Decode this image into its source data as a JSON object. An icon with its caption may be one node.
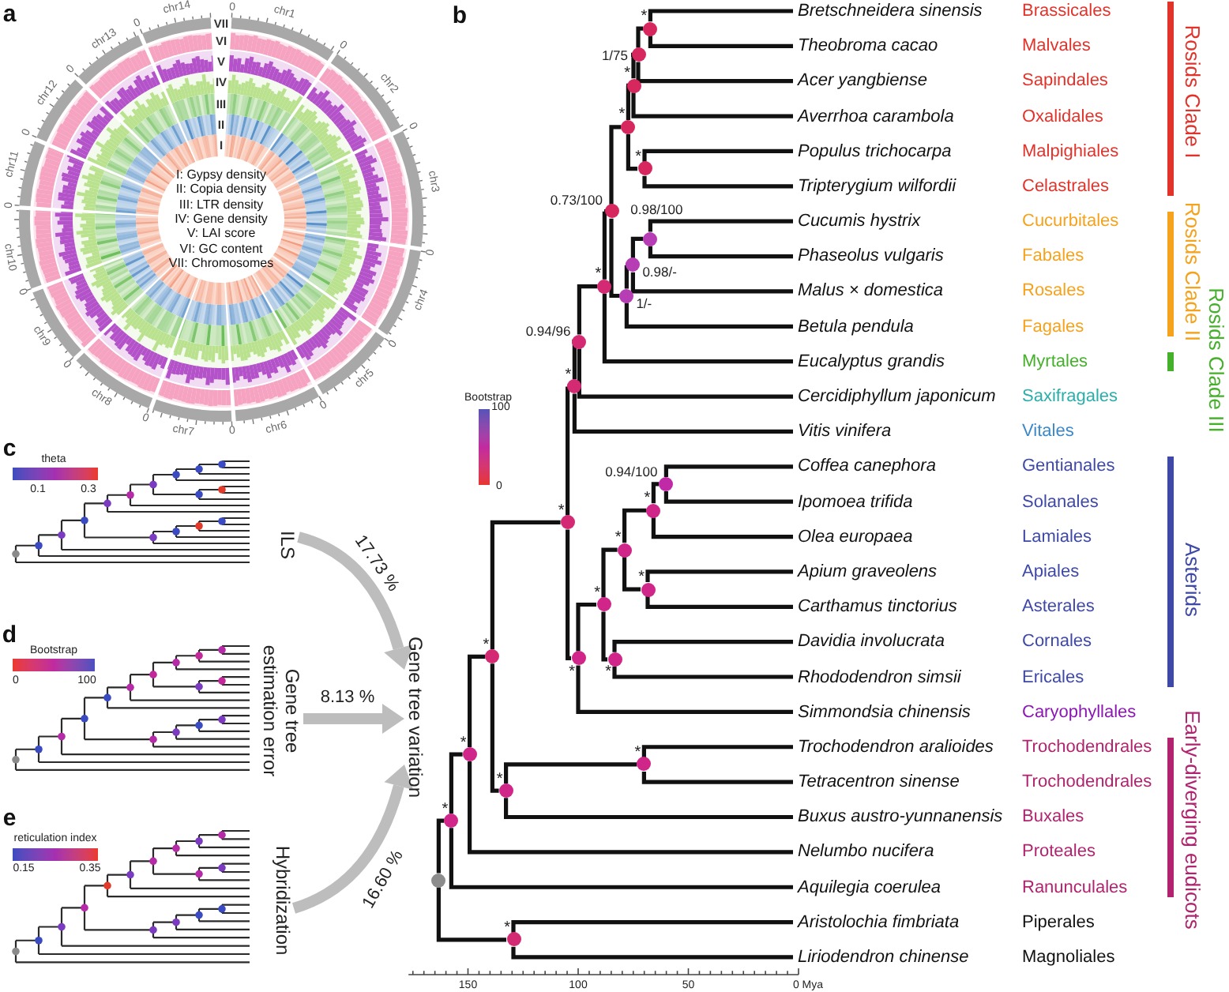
{
  "diagram": {
    "nodes": [
      {
        "text": [
          "Bretschneidera sinensis"
        ]
      },
      {
        "text": [
          "Theobroma cacao"
        ]
      },
      {
        "text": [
          "Acer yangbiense"
        ]
      },
      {
        "text": [
          "Averrhoa carambola"
        ]
      },
      {
        "text": [
          "Populus trichocarpa"
        ]
      },
      {
        "text": [
          "Tripterygium wilfordii"
        ]
      },
      {
        "text": [
          "Cucumis hystrix"
        ]
      },
      {
        "text": [
          "Phaseolus vulgaris"
        ]
      },
      {
        "text": [
          "Malus × domestica"
        ]
      },
      {
        "text": [
          "Betula pendula"
        ]
      },
      {
        "text": [
          "Eucalyptus grandis"
        ]
      },
      {
        "text": [
          "Cercidiphyllum japonicum"
        ]
      },
      {
        "text": [
          "Vitis vinifera"
        ]
      },
      {
        "text": [
          "Coffea canephora"
        ]
      },
      {
        "text": [
          "Ipomoea trifida"
        ]
      },
      {
        "text": [
          "Olea europaea"
        ]
      },
      {
        "text": [
          "Apium graveolens"
        ]
      },
      {
        "text": [
          "Carthamus tinctorius"
        ]
      },
      {
        "text": [
          "Davidia involucrata"
        ]
      },
      {
        "text": [
          "Rhododendron simsii"
        ]
      },
      {
        "text": [
          "Simmondsia chinensis"
        ]
      },
      {
        "text": [
          "Trochodendron aralioides"
        ]
      },
      {
        "text": [
          "Tetracentron sinense"
        ]
      },
      {
        "text": [
          "Buxus austro-yunnanensis"
        ]
      },
      {
        "text": [
          "Nelumbo nucifera"
        ]
      },
      {
        "text": [
          "Aquilegia coerulea"
        ]
      },
      {
        "text": [
          "Aristolochia fimbriata"
        ]
      },
      {
        "text": [
          "Liriodendron chinense"
        ]
      },
      {
        "text": [],
        "shape": "circle",
        "beside": [
          "*"
        ]
      },
      {
        "text": [],
        "shape": "circle",
        "beside": [
          "1/75"
        ]
      },
      {
        "text": [],
        "shape": "circle",
        "beside": [
          "*"
        ]
      },
      {
        "text": [],
        "shape": "circle",
        "beside": [
          "*"
        ]
      },
      {
        "text": [],
        "shape": "circle",
        "beside": [
          "*"
        ]
      },
      {
        "text": [],
        "shape": "circle",
        "beside": [
          "0.98/100"
        ]
      },
      {
        "text": [],
        "shape": "circle",
        "beside": [
          "0.98/-"
        ]
      },
      {
        "text": [],
        "shape": "circle",
        "beside": [
          "1/-"
        ]
      },
      {
        "text": [],
        "shape": "circle",
        "beside": [
          "0.73/100"
        ]
      },
      {
        "text": [],
        "shape": "circle",
        "beside": [
          "*"
        ]
      },
      {
        "text": [],
        "shape": "circle",
        "beside": [
          "0.94/96"
        ]
      },
      {
        "text": [],
        "shape": "circle",
        "beside": [
          "*"
        ]
      },
      {
        "text": [],
        "shape": "circle",
        "beside": [
          "0.94/100"
        ]
      },
      {
        "text": [],
        "shape": "circle",
        "beside": [
          "*"
        ]
      },
      {
        "text": [],
        "shape": "circle",
        "beside": [
          "*"
        ]
      },
      {
        "text": [],
        "shape": "circle",
        "beside": [
          "*"
        ]
      },
      {
        "text": [],
        "shape": "circle",
        "beside": [
          "*"
        ]
      },
      {
        "text": [],
        "shape": "circle",
        "beside": [
          "*"
        ]
      },
      {
        "text": [],
        "shape": "circle",
        "beside": [
          "*"
        ]
      },
      {
        "text": [],
        "shape": "circle",
        "beside": [
          "*"
        ]
      },
      {
        "text": [],
        "shape": "circle",
        "beside": [
          "*"
        ]
      },
      {
        "text": [],
        "shape": "circle",
        "beside": [
          "*"
        ]
      },
      {
        "text": [],
        "shape": "circle",
        "beside": [
          "*"
        ]
      },
      {
        "text": [],
        "shape": "circle",
        "beside": [
          "*"
        ]
      },
      {
        "text": [],
        "shape": "circle",
        "beside": [
          "*"
        ]
      },
      {
        "text": [],
        "shape": "circle",
        "beside": [
          "*"
        ]
      },
      {
        "text": [],
        "shape": "circle"
      },
      {
        "text": [
          "ILS"
        ]
      },
      {
        "text": [
          "Gene tree estimation error"
        ]
      },
      {
        "text": [
          "Hybridization"
        ]
      },
      {
        "text": [
          "Gene tree variation"
        ]
      }
    ],
    "edges": [
      {
        "from": 28,
        "to": 0,
        "arrow": "none"
      },
      {
        "from": 28,
        "to": 1,
        "arrow": "none"
      },
      {
        "from": 29,
        "to": 28,
        "arrow": "none"
      },
      {
        "from": 29,
        "to": 2,
        "arrow": "none"
      },
      {
        "from": 30,
        "to": 29,
        "arrow": "none"
      },
      {
        "from": 30,
        "to": 3,
        "arrow": "none"
      },
      {
        "from": 31,
        "to": 4,
        "arrow": "none"
      },
      {
        "from": 31,
        "to": 5,
        "arrow": "none"
      },
      {
        "from": 32,
        "to": 30,
        "arrow": "none"
      },
      {
        "from": 32,
        "to": 31,
        "arrow": "none"
      },
      {
        "from": 33,
        "to": 6,
        "arrow": "none"
      },
      {
        "from": 33,
        "to": 7,
        "arrow": "none"
      },
      {
        "from": 34,
        "to": 33,
        "arrow": "none"
      },
      {
        "from": 34,
        "to": 8,
        "arrow": "none"
      },
      {
        "from": 35,
        "to": 34,
        "arrow": "none"
      },
      {
        "from": 35,
        "to": 9,
        "arrow": "none"
      },
      {
        "from": 36,
        "to": 32,
        "arrow": "none"
      },
      {
        "from": 36,
        "to": 35,
        "arrow": "none"
      },
      {
        "from": 37,
        "to": 36,
        "arrow": "none"
      },
      {
        "from": 37,
        "to": 10,
        "arrow": "none"
      },
      {
        "from": 38,
        "to": 37,
        "arrow": "none"
      },
      {
        "from": 38,
        "to": 11,
        "arrow": "none"
      },
      {
        "from": 39,
        "to": 38,
        "arrow": "none"
      },
      {
        "from": 39,
        "to": 12,
        "arrow": "none"
      },
      {
        "from": 40,
        "to": 13,
        "arrow": "none"
      },
      {
        "from": 40,
        "to": 14,
        "arrow": "none"
      },
      {
        "from": 41,
        "to": 40,
        "arrow": "none"
      },
      {
        "from": 41,
        "to": 15,
        "arrow": "none"
      },
      {
        "from": 42,
        "to": 16,
        "arrow": "none"
      },
      {
        "from": 42,
        "to": 17,
        "arrow": "none"
      },
      {
        "from": 43,
        "to": 41,
        "arrow": "none"
      },
      {
        "from": 43,
        "to": 42,
        "arrow": "none"
      },
      {
        "from": 44,
        "to": 18,
        "arrow": "none"
      },
      {
        "from": 44,
        "to": 19,
        "arrow": "none"
      },
      {
        "from": 45,
        "to": 43,
        "arrow": "none"
      },
      {
        "from": 45,
        "to": 44,
        "arrow": "none"
      },
      {
        "from": 46,
        "to": 45,
        "arrow": "none"
      },
      {
        "from": 46,
        "to": 20,
        "arrow": "none"
      },
      {
        "from": 47,
        "to": 39,
        "arrow": "none"
      },
      {
        "from": 47,
        "to": 46,
        "arrow": "none"
      },
      {
        "from": 48,
        "to": 21,
        "arrow": "none"
      },
      {
        "from": 48,
        "to": 22,
        "arrow": "none"
      },
      {
        "from": 49,
        "to": 48,
        "arrow": "none"
      },
      {
        "from": 49,
        "to": 23,
        "arrow": "none"
      },
      {
        "from": 50,
        "to": 47,
        "arrow": "none"
      },
      {
        "from": 50,
        "to": 49,
        "arrow": "none"
      },
      {
        "from": 51,
        "to": 50,
        "arrow": "none"
      },
      {
        "from": 51,
        "to": 24,
        "arrow": "none"
      },
      {
        "from": 52,
        "to": 51,
        "arrow": "none"
      },
      {
        "from": 52,
        "to": 25,
        "arrow": "none"
      },
      {
        "from": 53,
        "to": 26,
        "arrow": "none"
      },
      {
        "from": 53,
        "to": 27,
        "arrow": "none"
      },
      {
        "from": 54,
        "to": 52,
        "arrow": "none"
      },
      {
        "from": 54,
        "to": 53,
        "arrow": "none"
      },
      {
        "from": 55,
        "to": 58,
        "arrow": "to",
        "label": "17.73 %",
        "style": "thick",
        "color": "#bdbdbd"
      },
      {
        "from": 56,
        "to": 58,
        "arrow": "to",
        "label": "8.13 %",
        "style": "thick",
        "color": "#bdbdbd"
      },
      {
        "from": 57,
        "to": 58,
        "arrow": "to",
        "label": "16.60 %",
        "style": "thick",
        "color": "#bdbdbd"
      }
    ],
    "labels": [
      "a",
      "chr14",
      "0",
      "chr1",
      "0",
      "VII",
      "chr13",
      "VI",
      "0",
      "0",
      "V",
      "chr12",
      "IV",
      "chr2",
      "III",
      "0",
      "II",
      "0",
      "I",
      "chr11",
      "I: Gypsy density",
      "II: Copia density",
      "chr3",
      "0",
      "III: LTR density",
      "IV: Gene density",
      "V: LAI score",
      "chr10",
      "VI: GC content",
      "VII: Chromosomes",
      "0",
      "0",
      "chr4",
      "chr9",
      "0",
      "0",
      "chr5",
      "chr8",
      "0",
      "0",
      "chr7",
      "0",
      "chr6",
      "b",
      "Brassicales",
      "Malvales",
      "Sapindales",
      "Oxalidales",
      "Malpighiales",
      "Celastrales",
      "Cucurbitales",
      "Fabales",
      "Rosales",
      "Fagales",
      "Myrtales",
      "Saxifragales",
      "Vitales",
      "Gentianales",
      "Solanales",
      "Lamiales",
      "Apiales",
      "Asterales",
      "Cornales",
      "Ericales",
      "Caryophyllales",
      "Trochodendrales",
      "Trochodendrales",
      "Buxales",
      "Proteales",
      "Ranunculales",
      "Piperales",
      "Magnoliales",
      "Rosids Clade I",
      "Rosids Clade II",
      "Rosids Clade III",
      "Asterids",
      "Early-diverging eudicots",
      "Bootstrap",
      "100",
      "0",
      "150",
      "100",
      "50",
      "0 Mya",
      "c",
      "theta",
      "0.1",
      "0.3",
      "d",
      "Bootstrap",
      "0",
      "100",
      "e",
      "reticulation index",
      "0.15",
      "0.35"
    ]
  }
}
